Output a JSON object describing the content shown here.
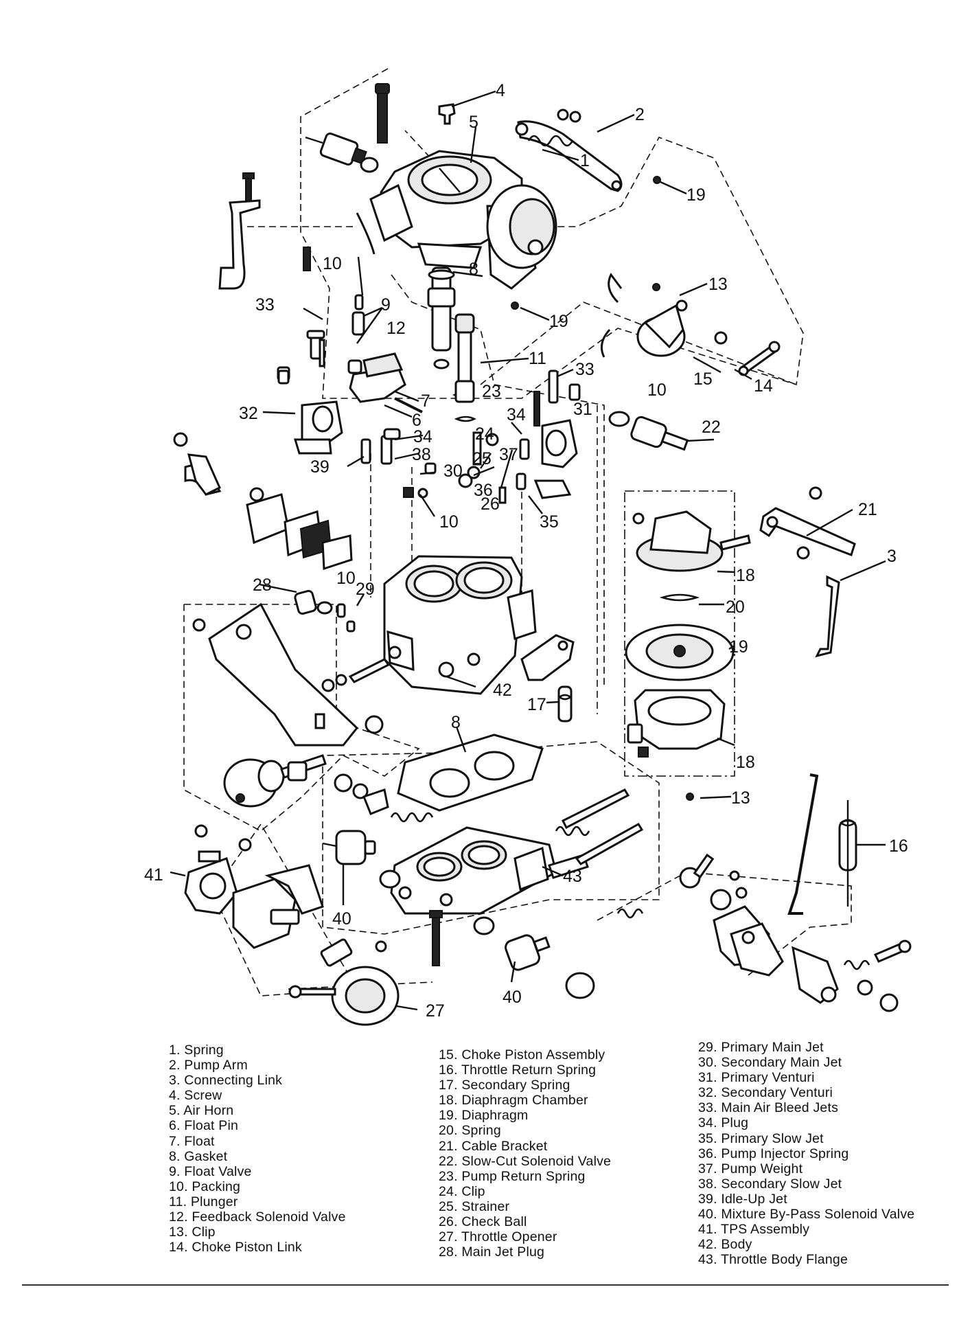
{
  "callouts": [
    "1",
    "2",
    "3",
    "4",
    "5",
    "6",
    "7",
    "8",
    "9",
    "10",
    "11",
    "12",
    "13",
    "14",
    "15",
    "16",
    "17",
    "18",
    "19",
    "20",
    "21",
    "22",
    "23",
    "24",
    "25",
    "26",
    "27",
    "28",
    "29",
    "30",
    "31",
    "32",
    "33",
    "34",
    "35",
    "36",
    "37",
    "38",
    "39",
    "40",
    "41",
    "42",
    "43"
  ],
  "legend": {
    "column_1": [
      "1. Spring",
      "2. Pump Arm",
      "3. Connecting Link",
      "4. Screw",
      "5. Air Horn",
      "6. Float Pin",
      "7. Float",
      "8. Gasket",
      "9. Float Valve",
      "10. Packing",
      "11. Plunger",
      "12. Feedback Solenoid Valve",
      "13. Clip",
      "14. Choke Piston Link"
    ],
    "column_2": [
      "15. Choke Piston Assembly",
      "16. Throttle Return Spring",
      "17. Secondary Spring",
      "18. Diaphragm Chamber",
      "19. Diaphragm",
      "20. Spring",
      "21. Cable Bracket",
      "22. Slow-Cut Solenoid Valve",
      "23. Pump Return Spring",
      "24. Clip",
      "25. Strainer",
      "26. Check Ball",
      "27. Throttle Opener",
      "28. Main Jet Plug"
    ],
    "column_3": [
      "29. Primary Main Jet",
      "30. Secondary Main Jet",
      "31. Primary Venturi",
      "32. Secondary Venturi",
      "33. Main Air Bleed Jets",
      "34. Plug",
      "35. Primary Slow Jet",
      "36. Pump Injector Spring",
      "37. Pump Weight",
      "38. Secondary Slow Jet",
      "39. Idle-Up Jet",
      "40. Mixture By-Pass Solenoid Valve",
      "41. TPS Assembly",
      "42. Body",
      "43. Throttle Body Flange"
    ]
  }
}
